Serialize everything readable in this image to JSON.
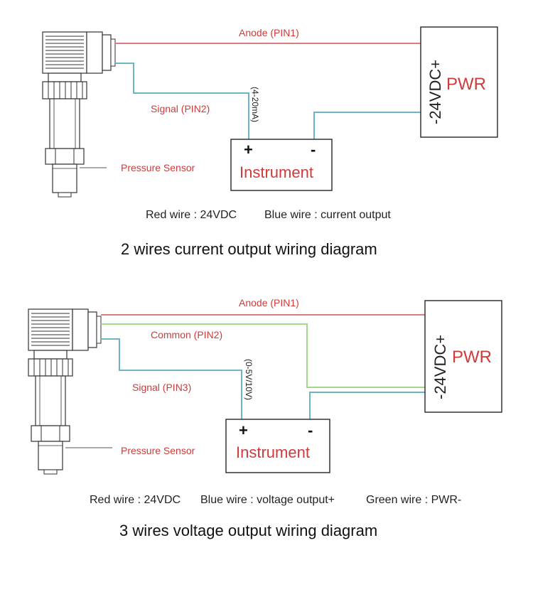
{
  "diagram1": {
    "pin1_label": "Anode (PIN1)",
    "pin2_label": "Signal (PIN2)",
    "current_range": "(4-20mA)",
    "sensor_label": "Pressure Sensor",
    "instrument_label": "Instrument",
    "instrument_plus": "+",
    "instrument_minus": "-",
    "pwr_label": "PWR",
    "pwr_voltage": "-24VDC+",
    "legend_red": "Red wire : 24VDC",
    "legend_blue": "Blue wire :  current output",
    "caption": "2 wires current output wiring diagram"
  },
  "diagram2": {
    "pin1_label": "Anode (PIN1)",
    "pin2_label": "Common (PIN2)",
    "pin3_label": "Signal (PIN3)",
    "voltage_range": "(0-5V/10V)",
    "sensor_label": "Pressure Sensor",
    "instrument_label": "Instrument",
    "instrument_plus": "+",
    "instrument_minus": "-",
    "pwr_label": "PWR",
    "pwr_voltage": "-24VDC+",
    "legend_red": "Red wire : 24VDC",
    "legend_blue": "Blue wire :  voltage output+",
    "legend_green": "Green wire : PWR-",
    "caption": "3 wires voltage output wiring diagram"
  },
  "colors": {
    "red_wire": "#d88080",
    "blue_wire": "#6fb3c6",
    "green_wire": "#a6d68a",
    "label_red": "#d03a3a"
  }
}
